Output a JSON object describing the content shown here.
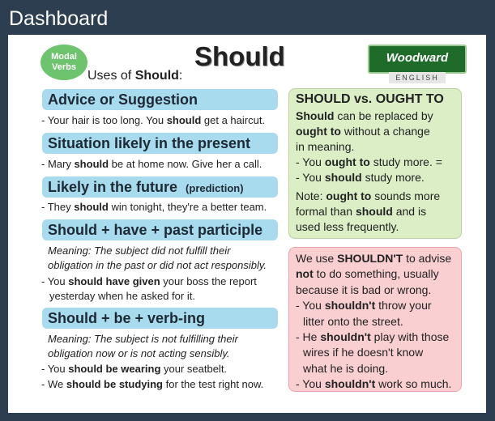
{
  "header": {
    "title": "Dashboard"
  },
  "card": {
    "badge": [
      "Modal",
      "Verbs"
    ],
    "title": "Should",
    "uses_prefix": "Uses of",
    "uses_word": "Should",
    "uses_suffix": ":",
    "logo": "Woodward",
    "logo_sub": "ENGLISH",
    "sections": [
      {
        "heading": "Advice or Suggestion",
        "lines": [
          [
            "- Your hair is too long. You ",
            "should",
            " get a haircut."
          ]
        ]
      },
      {
        "heading": "Situation likely in the present",
        "lines": [
          [
            "- Mary ",
            "should",
            " be at home now. Give her a call."
          ]
        ]
      },
      {
        "heading": "Likely in the future",
        "heading_small": "(prediction)",
        "lines": [
          [
            "- They ",
            "should",
            " win tonight, they're a better team."
          ]
        ]
      },
      {
        "heading": "Should + have + past participle",
        "meaning": [
          "Meaning: The subject did not fulfill their",
          "obligation in the past or did not act responsibly."
        ],
        "lines": [
          [
            "- You ",
            "should have given",
            " your boss the report"
          ],
          [
            "  yesterday when he asked for it.",
            "",
            ""
          ]
        ]
      },
      {
        "heading": "Should + be + verb-ing",
        "meaning": [
          "Meaning: The subject is not fulfilling their",
          "obligation now or is not acting sensibly."
        ],
        "lines": [
          [
            "- You ",
            "should be wearing",
            " your seatbelt."
          ],
          [
            "- We ",
            "should be studying",
            " for the test right now."
          ]
        ]
      }
    ],
    "green_box": {
      "title": "SHOULD vs. OUGHT TO",
      "rows": [
        [
          "",
          "Should",
          " can be replaced by"
        ],
        [
          "",
          "ought to",
          " without a change"
        ],
        [
          "in meaning.",
          "",
          ""
        ],
        [
          "- You ",
          "ought to",
          " study more. ="
        ],
        [
          "- You ",
          "should",
          " study more."
        ],
        [
          "Note: ",
          "ought to",
          " sounds more"
        ],
        [
          "formal than ",
          "should",
          " and is"
        ],
        [
          "used less frequently.",
          "",
          ""
        ]
      ]
    },
    "red_box": {
      "rows": [
        [
          "We use ",
          "SHOULDN'T",
          " to advise"
        ],
        [
          "",
          "not",
          " to do something, usually"
        ],
        [
          "because it is bad or wrong.",
          "",
          ""
        ],
        [
          "- You ",
          "shouldn't",
          " throw your"
        ],
        [
          "  litter onto the street.",
          "",
          ""
        ],
        [
          "- He ",
          "shouldn't",
          " play with those"
        ],
        [
          "  wires if he doesn't know",
          "",
          ""
        ],
        [
          "  what he is doing.",
          "",
          ""
        ],
        [
          "- You ",
          "shouldn't",
          " work so much."
        ]
      ]
    }
  }
}
